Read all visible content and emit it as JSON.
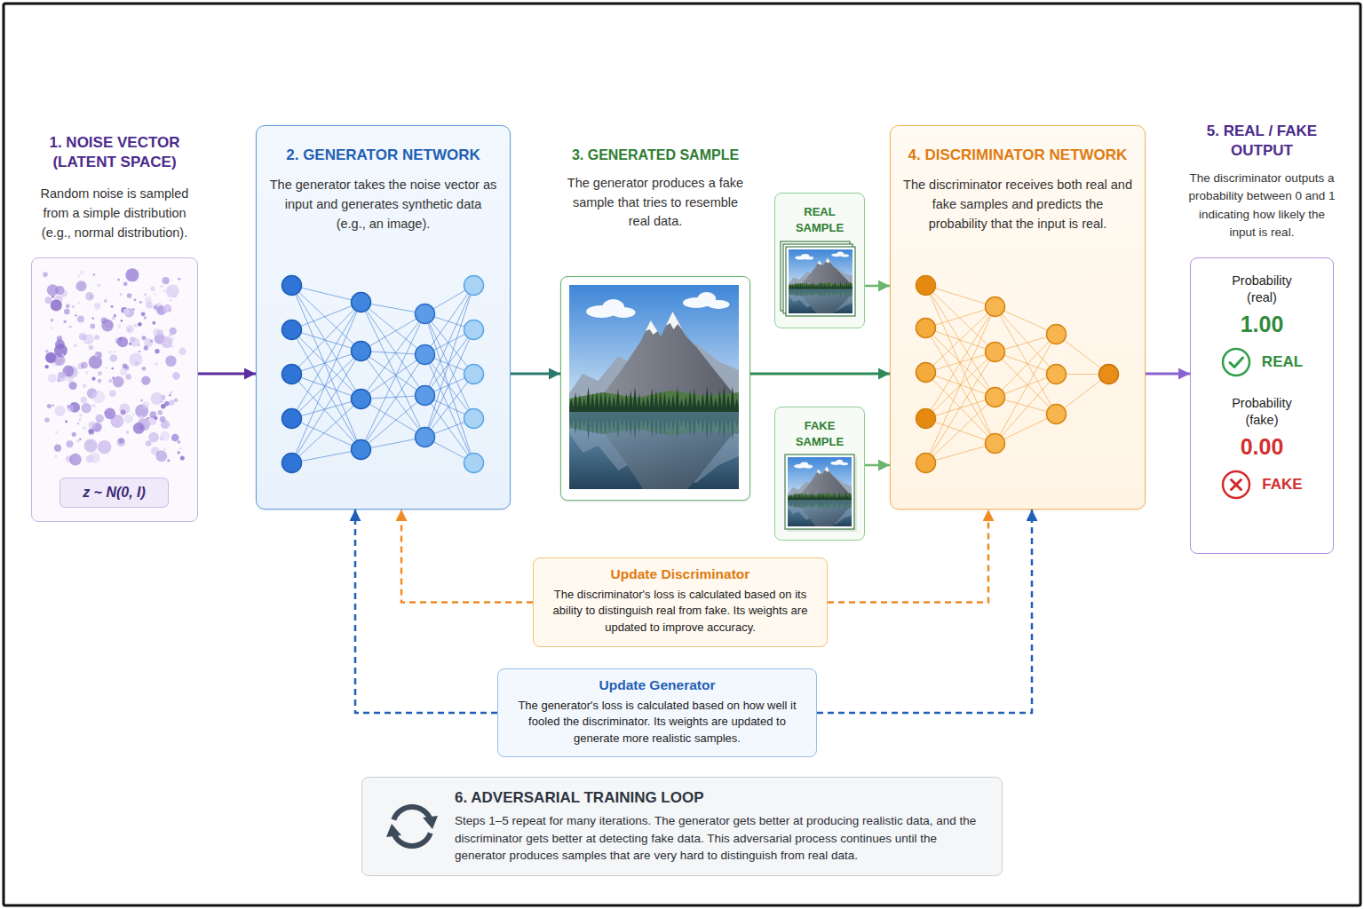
{
  "diagram": {
    "nodes": [
      {
        "text": [
          "1. NOISE VECTOR (LATENT SPACE)",
          "Random noise is sampled from a simple distribution (e.g., normal distribution)."
        ]
      },
      {
        "text": [
          "z ~ N(0, I)"
        ],
        "in": 0
      },
      {
        "text": [
          "2. GENERATOR NETWORK",
          "The generator takes the noise vector as input and generates synthetic data (e.g., an image)."
        ]
      },
      {
        "text": [
          "3. GENERATED SAMPLE",
          "The generator produces a fake sample that tries to resemble real data."
        ]
      },
      {
        "text": [
          "REAL SAMPLE"
        ]
      },
      {
        "text": [
          "FAKE SAMPLE"
        ]
      },
      {
        "text": [
          "4. DISCRIMINATOR NETWORK",
          "The discriminator receives both real and fake samples and predicts the probability that the input is real."
        ]
      },
      {
        "text": [
          "5. REAL / FAKE OUTPUT",
          "The discriminator outputs a probability between 0 and 1 indicating how likely the input is real.",
          "Probability (real)",
          "1.00",
          "REAL",
          "Probability (fake)",
          "0.00",
          "FAKE"
        ]
      },
      {
        "text": [
          "Update Discriminator",
          "The discriminator's loss is calculated based on its ability to distinguish real from fake. Its weights are updated to improve accuracy."
        ]
      },
      {
        "text": [
          "Update Generator",
          "The generator's loss is calculated based on how well it fooled the discriminator. Its weights are updated to generate more realistic samples."
        ]
      },
      {
        "text": [
          "6. ADVERSARIAL TRAINING LOOP",
          "Steps 1–5 repeat for many iterations. The generator gets better at producing realistic data, and the discriminator gets better at detecting fake data. This adversarial process continues until the generator produces samples that are very hard to distinguish from real data."
        ]
      }
    ],
    "edges": [
      {
        "from": 0,
        "to": 2,
        "arrow": "to"
      },
      {
        "from": 2,
        "to": 3,
        "arrow": "to"
      },
      {
        "from": 3,
        "to": 6,
        "arrow": "to"
      },
      {
        "from": 4,
        "to": 6,
        "arrow": "to"
      },
      {
        "from": 5,
        "to": 6,
        "arrow": "to"
      },
      {
        "from": 6,
        "to": 7,
        "arrow": "to"
      },
      {
        "from": 8,
        "to": 2,
        "arrow": "to"
      },
      {
        "from": 8,
        "to": 6,
        "arrow": "to"
      },
      {
        "from": 9,
        "to": 2,
        "arrow": "to"
      },
      {
        "from": 9,
        "to": 6,
        "arrow": "to"
      }
    ]
  }
}
